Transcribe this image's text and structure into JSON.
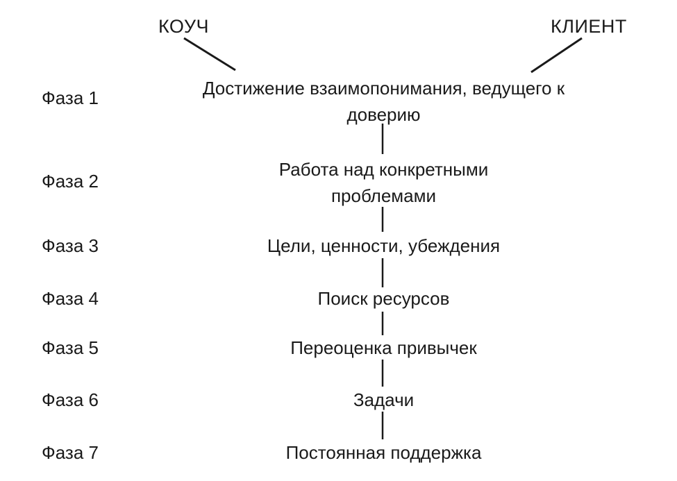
{
  "roles": {
    "coach": "КОУЧ",
    "client": "КЛИЕНТ"
  },
  "phases": [
    {
      "label": "Фаза 1",
      "text": "Достижение взаимопонимания, ведущего к доверию"
    },
    {
      "label": "Фаза 2",
      "text": "Работа над конкретными проблемами"
    },
    {
      "label": "Фаза 3",
      "text": "Цели, ценности, убеждения"
    },
    {
      "label": "Фаза 4",
      "text": "Поиск ресурсов"
    },
    {
      "label": "Фаза 5",
      "text": "Переоценка привычек"
    },
    {
      "label": "Фаза 6",
      "text": "Задачи"
    },
    {
      "label": "Фаза 7",
      "text": "Постоянная поддержка"
    }
  ],
  "colors": {
    "line": "#1a1a1a",
    "text": "#1a1a1a",
    "background": "#ffffff"
  }
}
